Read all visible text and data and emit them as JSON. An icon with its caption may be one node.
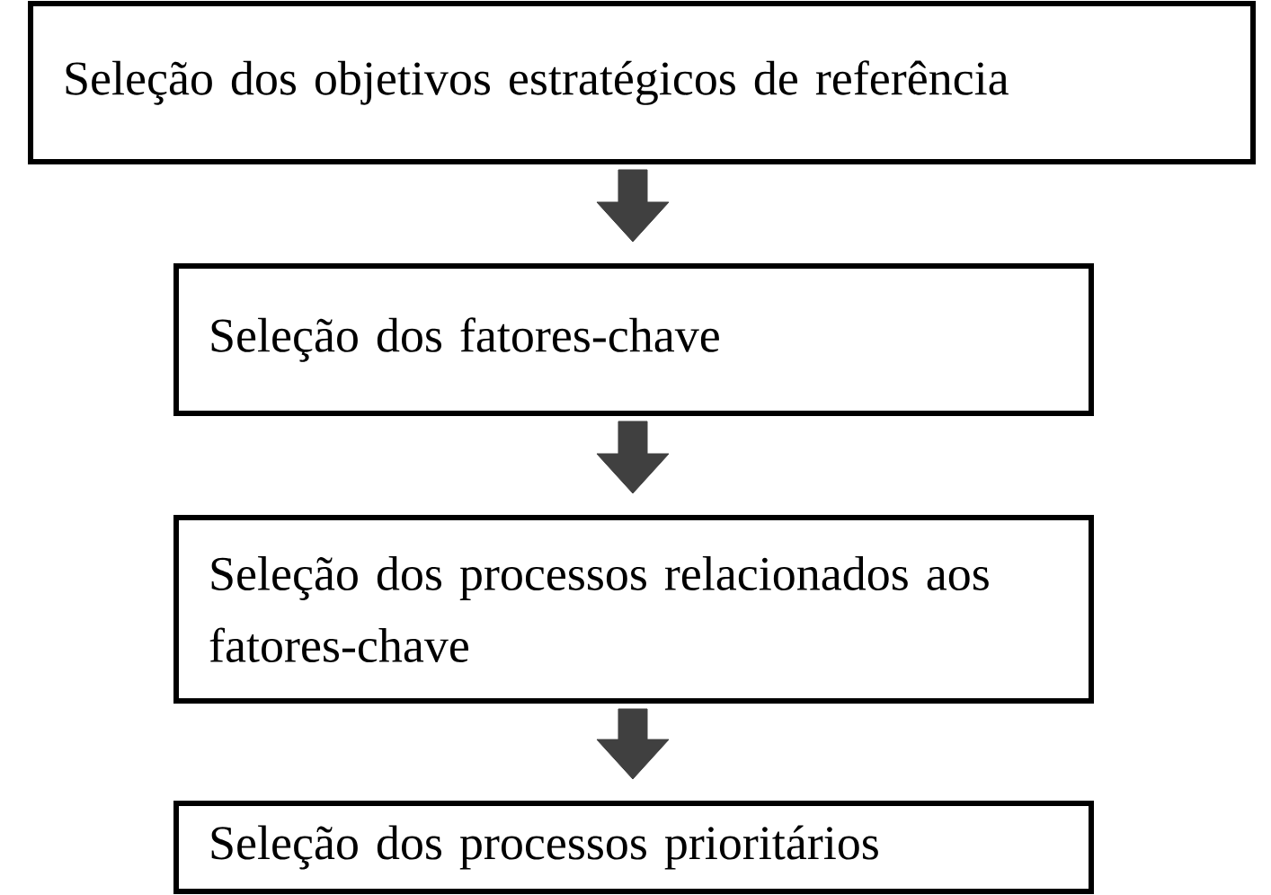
{
  "diagram": {
    "nodes": [
      {
        "text": [
          "Seleção dos objetivos estratégicos de referência"
        ]
      },
      {
        "text": [
          "Seleção dos fatores-chave"
        ]
      },
      {
        "text": [
          "Seleção dos processos relacionados aos fatores-chave"
        ]
      },
      {
        "text": [
          "Seleção dos processos prioritários"
        ]
      }
    ],
    "edges": [
      {
        "from": 0,
        "to": 1,
        "arrow": "to",
        "style": "thick"
      },
      {
        "from": 1,
        "to": 2,
        "arrow": "to",
        "style": "thick"
      },
      {
        "from": 2,
        "to": 3,
        "arrow": "to",
        "style": "thick"
      }
    ]
  }
}
